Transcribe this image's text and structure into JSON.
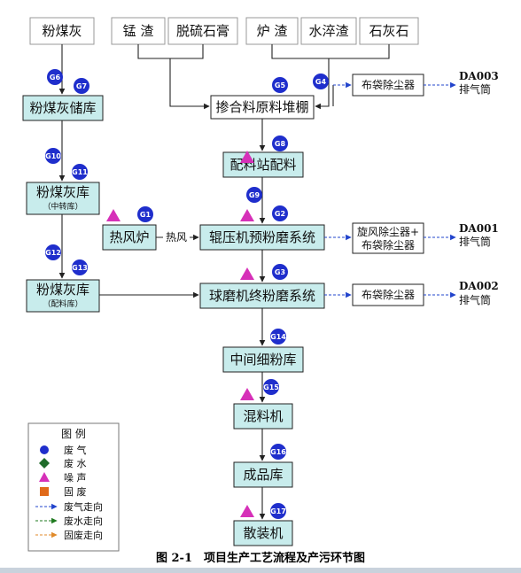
{
  "colors": {
    "process_fill": "#c8ecec",
    "gas": "#2244cc",
    "water": "#1f7a1f",
    "noise": "#d630b8",
    "solid": "#e08a2a",
    "gas_marker": "#1f2ecc"
  },
  "raw_materials": {
    "fly_ash": "粉煤灰",
    "manganese_slag": "锰 渣",
    "desulf_gypsum": "脱硫石膏",
    "furnace_slag": "炉 渣",
    "water_slag": "水淬渣",
    "limestone": "石灰石"
  },
  "processes": {
    "fly_ash_storage": "粉煤灰储库",
    "fly_ash_silo_transfer": "粉煤灰库",
    "transfer_note": "（中转库）",
    "fly_ash_silo_batch": "粉煤灰库",
    "batch_note": "（配料库）",
    "hot_air_furnace": "热风炉",
    "mixed_material_shed": "掺合料原料堆棚",
    "batching_station": "配料站配料",
    "roller_press": "辊压机预粉磨系统",
    "ball_mill": "球磨机终粉磨系统",
    "intermediate_silo": "中间细粉库",
    "mixer": "混料机",
    "product_silo": "成品库",
    "bulk_loader": "散装机"
  },
  "flow_labels": {
    "hot_air": "热风"
  },
  "treatment": {
    "bag_filter_top": "布袋除尘器",
    "cyclone_line1": "旋风除尘器+",
    "cyclone_line2": "布袋除尘器",
    "bag_filter_bottom": "布袋除尘器"
  },
  "discharge": {
    "da003": "DA003",
    "da001": "DA001",
    "da002": "DA002",
    "stack": "排气筒"
  },
  "gas_markers": [
    "G1",
    "G2",
    "G3",
    "G4",
    "G5",
    "G6",
    "G7",
    "G8",
    "G9",
    "G10",
    "G11",
    "G12",
    "G13",
    "G14",
    "G15",
    "G16",
    "G17"
  ],
  "legend": {
    "title": "图 例",
    "items": {
      "waste_gas": "废   气",
      "waste_water": "废   水",
      "noise": "噪   声",
      "solid_waste": "固   废",
      "gas_direction": "废气走向",
      "water_direction": "废水走向",
      "solid_direction": "固废走向"
    }
  },
  "caption": "图 2-1　项目生产工艺流程及产污环节图"
}
